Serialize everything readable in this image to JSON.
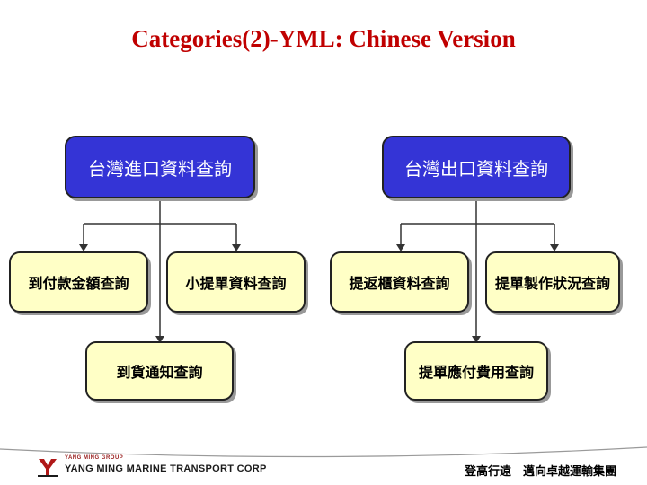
{
  "title": "Categories(2)-YML: Chinese Version",
  "diagram": {
    "import_query": "台灣進口資料查詢",
    "export_query": "台灣出口資料查詢",
    "cod_amount_query": "到付款金額查詢",
    "bl_data_query": "小提單資料查詢",
    "arrival_notice_query": "到貨通知查詢",
    "bl_surrender_query": "提返櫃資料查詢",
    "bl_status_query": "提單製作狀況查詢",
    "bl_payable_fee_query": "提單應付費用查詢"
  },
  "footer": {
    "group": "YANG MING GROUP",
    "company": "YANG MING MARINE TRANSPORT CORP",
    "slogan": "登高行遠　邁向卓越運輸集團"
  },
  "colors": {
    "title": "#c00000",
    "blue_box": "#3434d6",
    "yellow_box": "#ffffc6"
  }
}
